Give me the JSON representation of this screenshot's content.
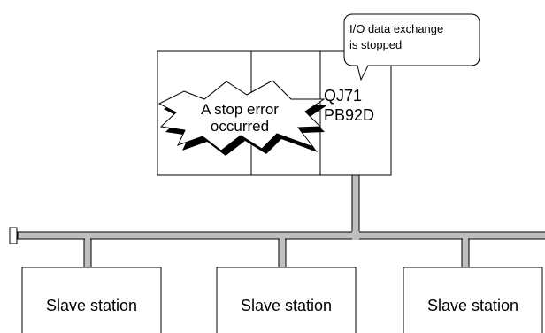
{
  "plc": {
    "error_burst": {
      "line1": "A stop error",
      "line2": "occurred"
    },
    "module": {
      "line1": "QJ71",
      "line2": "PB92D"
    }
  },
  "callout": {
    "line1": "I/O data exchange",
    "line2": "is stopped"
  },
  "slaves": [
    {
      "label": "Slave station"
    },
    {
      "label": "Slave station"
    },
    {
      "label": "Slave station"
    }
  ],
  "colors": {
    "bus": "#bfbfbf",
    "stroke": "#000000",
    "shadow": "#000000"
  }
}
